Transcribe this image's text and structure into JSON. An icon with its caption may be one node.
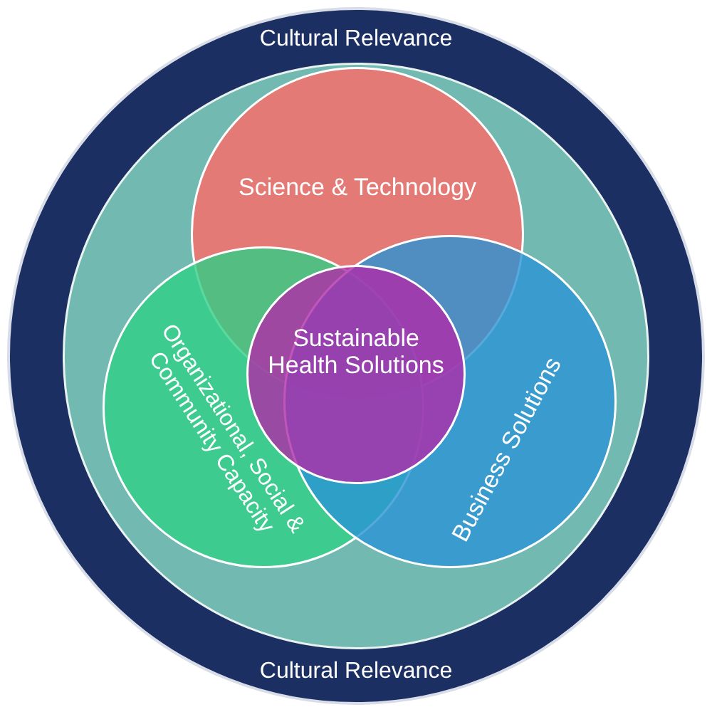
{
  "diagram": {
    "nodes": [
      {
        "text": [
          "Cultural Relevance",
          "Cultural Relevance"
        ]
      },
      {
        "text": [],
        "shape": "circle",
        "in": 0
      },
      {
        "text": [
          "Science & Technology"
        ],
        "in": 1
      },
      {
        "text": [
          "Organizational, Social & Community Capacity"
        ],
        "in": 1
      },
      {
        "text": [
          "Business Solutions"
        ],
        "in": 1
      },
      {
        "text": [
          "Sustainable Health Solutions"
        ],
        "in": 1
      }
    ]
  }
}
